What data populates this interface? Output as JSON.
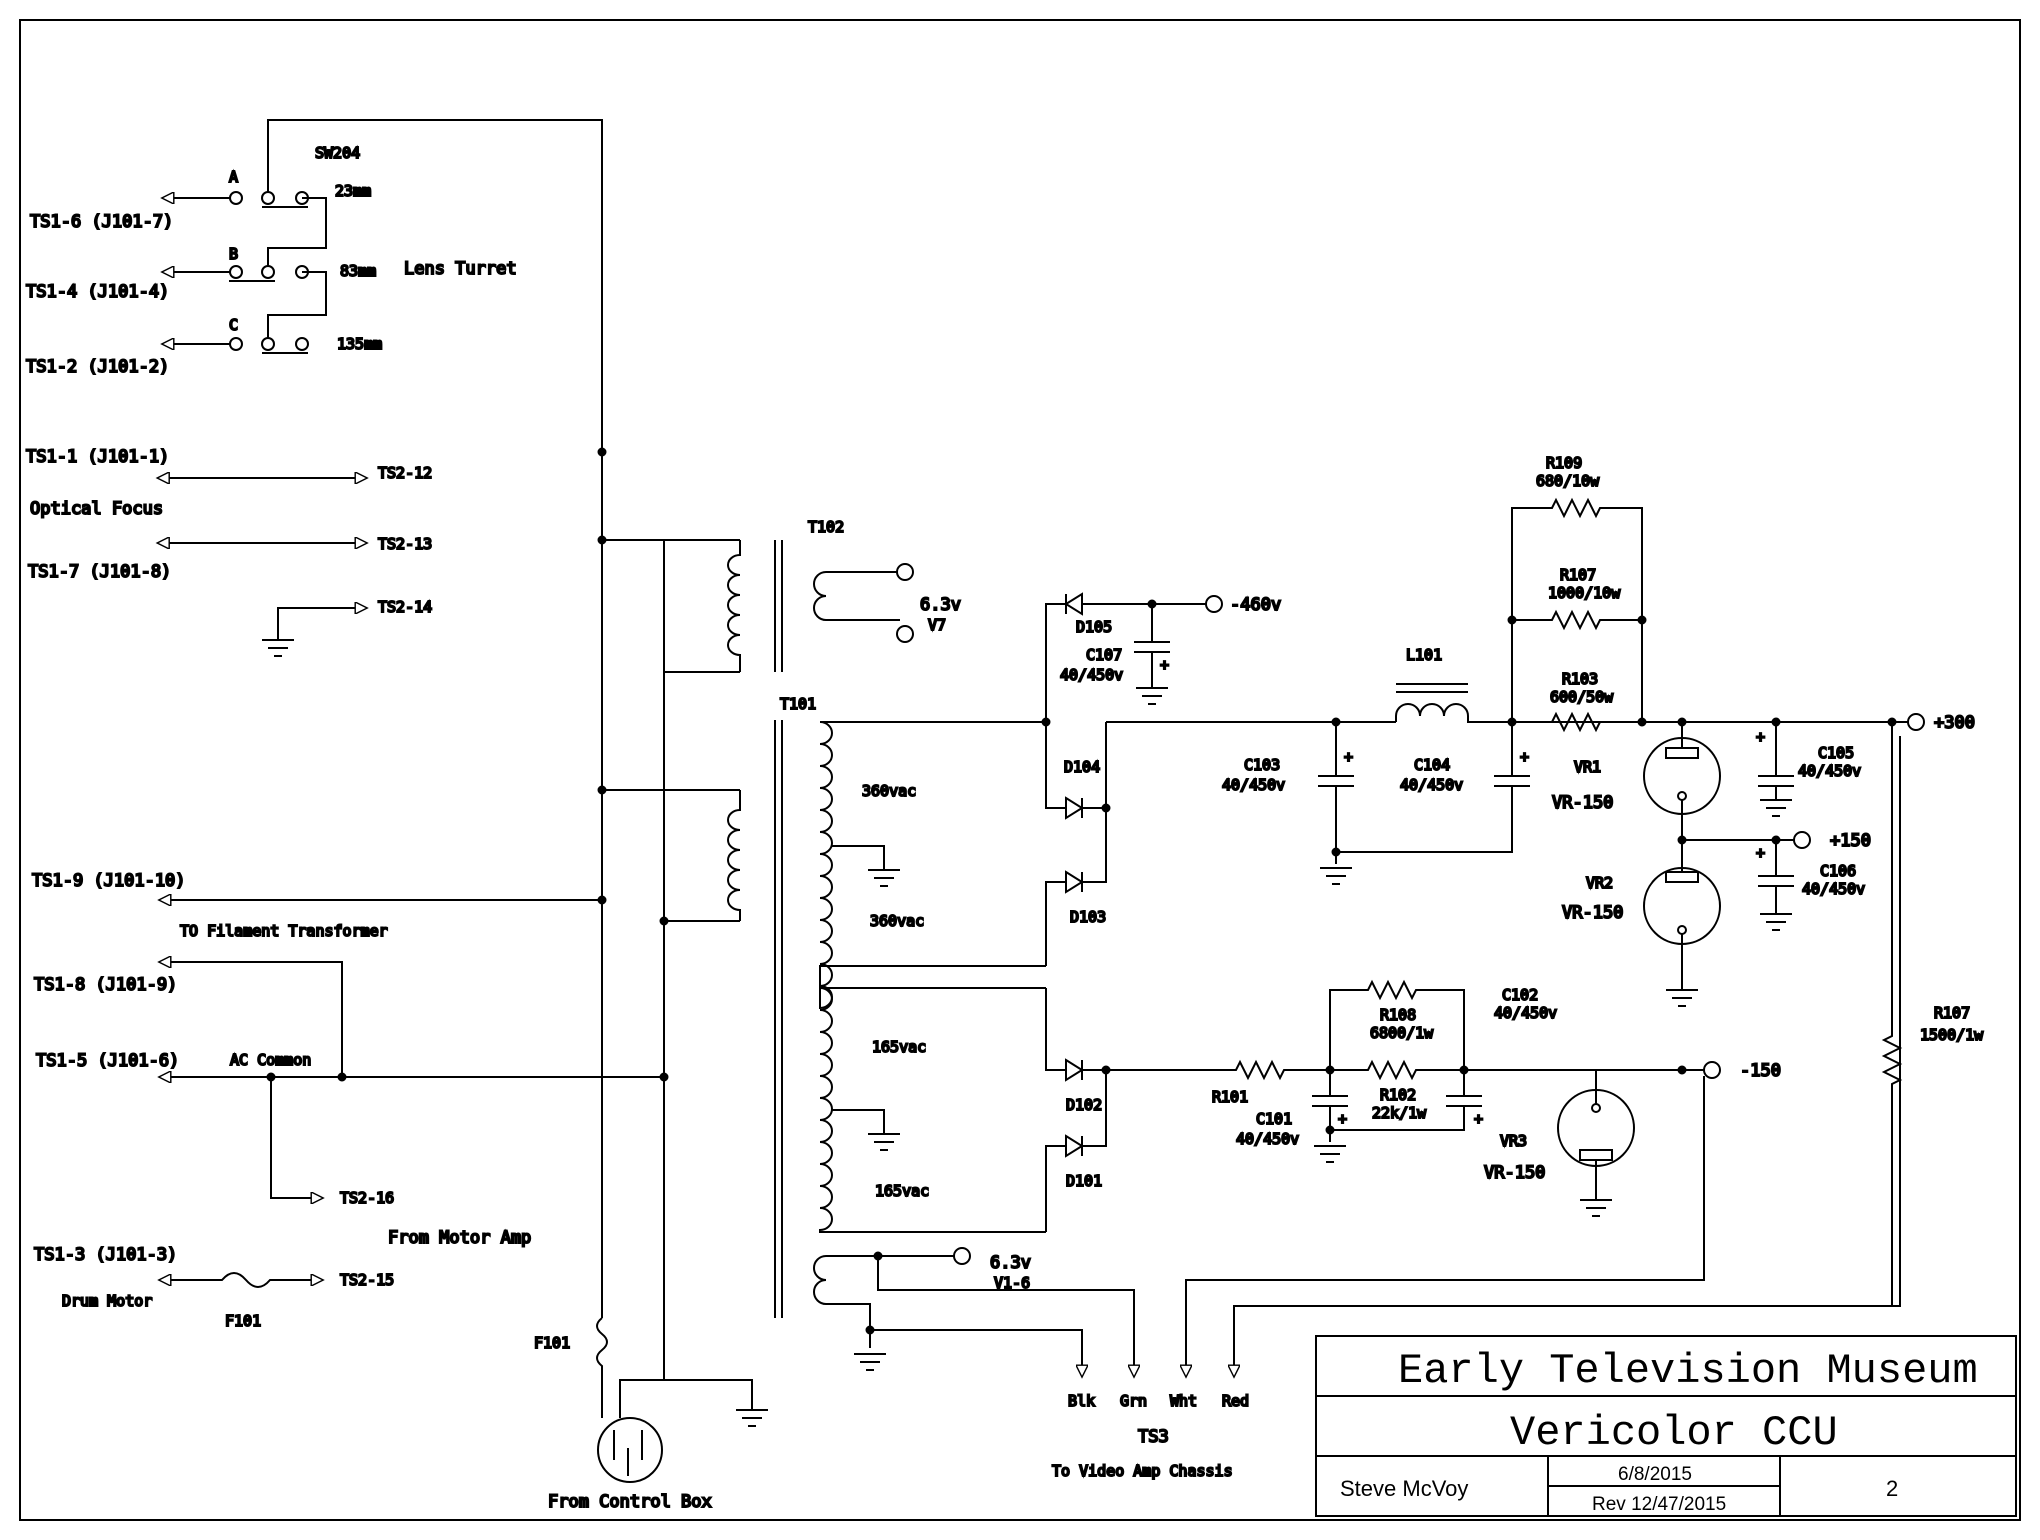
{
  "title_block": {
    "org": "Early Television Museum",
    "drawing": "Vericolor CCU",
    "author": "Steve McVoy",
    "date": "6/8/2015",
    "rev": "Rev 12/47/2015",
    "sheet": "2"
  },
  "switch": {
    "ref": "SW204",
    "name": "Lens Turret",
    "pos_a": "A",
    "pos_b": "B",
    "pos_c": "C",
    "lens_1": "23mm",
    "lens_2": "83mm",
    "lens_3": "135mm"
  },
  "terminals": {
    "ts1_6": "TS1-6 (J101-7)",
    "ts1_4": "TS1-4 (J101-4)",
    "ts1_2": "TS1-2 (J101-2)",
    "ts1_1": "TS1-1 (J101-1)",
    "optical_focus": "Optical Focus",
    "ts1_7": "TS1-7  (J101-8)",
    "ts2_12": "TS2-12",
    "ts2_13": "TS2-13",
    "ts2_14": "TS2-14",
    "ts1_9": "TS1-9 (J101-10)",
    "to_filament": "TO Filament Transformer",
    "ts1_8": "TS1-8 (J101-9)",
    "ts1_5": "TS1-5 (J101-6)",
    "ac_common": "AC Common",
    "ts2_16": "TS2-16",
    "from_motor_amp": "From Motor Amp",
    "ts1_3": "TS1-3 (J101-3)",
    "drum_motor": "Drum Motor",
    "ts2_15": "TS2-15",
    "f101_drum": "F101",
    "f101_main": "F101",
    "from_control_box": "From Control Box"
  },
  "transformers": {
    "t102": "T102",
    "t102_out": "6.3v",
    "t102_tube": "V7",
    "t101": "T101",
    "hv_upper": "360vac",
    "hv_lower": "360vac",
    "lv_upper": "165vac",
    "lv_lower": "165vac",
    "fil_out": "6.3v",
    "fil_tube": "V1-6"
  },
  "ts3": {
    "blk": "Blk",
    "grn": "Grn",
    "wht": "Wht",
    "red": "Red",
    "name": "TS3",
    "desc": "To Video Amp Chassis"
  },
  "components": {
    "d105": "D105",
    "c107": "C107",
    "c107_val": "40/450v",
    "minus_460": "-460v",
    "d104": "D104",
    "d103": "D103",
    "l101": "L101",
    "c103": "C103",
    "c103_val": "40/450v",
    "c104": "C104",
    "c104_val": "40/450v",
    "r109": "R109",
    "r109_val": "680/10w",
    "r107a": "R107",
    "r107a_val": "1000/10w",
    "r103": "R103",
    "r103_val": "600/50w",
    "vr1": "VR1",
    "vr1_type": "VR-150",
    "plus_300": "+300",
    "c105": "C105",
    "c105_val": "40/450v",
    "plus_150": "+150",
    "c106": "C106",
    "c106_val": "40/450v",
    "vr2": "VR2",
    "vr2_type": "VR-150",
    "r107b": "R107",
    "r107b_val": "1500/1w",
    "r108": "R108",
    "r108_val": "6800/1w",
    "c102": "C102",
    "c102_val": "40/450v",
    "minus_150": "-150",
    "d102": "D102",
    "d101": "D101",
    "r101": "R101",
    "c101": "C101",
    "c101_val": "40/450v",
    "r102": "R102",
    "r102_val": "22k/1w",
    "vr3": "VR3",
    "vr3_type": "VR-150"
  }
}
